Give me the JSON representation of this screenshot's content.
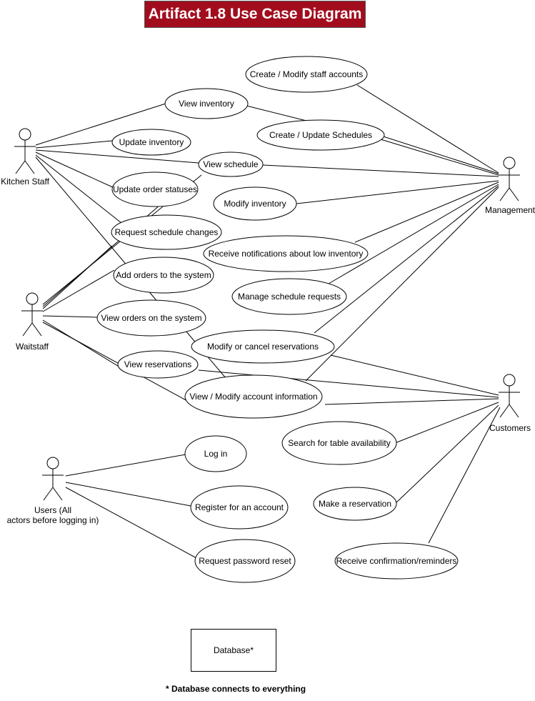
{
  "title": "Artifact 1.8 Use Case Diagram",
  "actors": {
    "kitchen": "Kitchen Staff",
    "waitstaff": "Waitstaff",
    "management": "Management",
    "customers": "Customers",
    "users_line1": "Users (All",
    "users_line2": "actors before logging in)"
  },
  "use_cases": {
    "create_modify_accounts": "Create / Modify staff accounts",
    "view_inventory": "View inventory",
    "create_update_schedules": "Create / Update Schedules",
    "update_inventory": "Update inventory",
    "view_schedule": "View schedule",
    "update_order_statuses": "Update order statuses",
    "modify_inventory": "Modify inventory",
    "request_schedule_changes": "Request schedule changes",
    "receive_low_inventory": "Receive notifications about low inventory",
    "add_orders": "Add orders to the system",
    "manage_schedule_requests": "Manage schedule requests",
    "view_orders": "View orders on the system",
    "modify_cancel_reservations": "Modify or cancel reservations",
    "view_reservations": "View reservations",
    "view_modify_account": "View / Modify account information",
    "search_table": "Search for table availability",
    "make_reservation": "Make a reservation",
    "receive_confirmation": "Receive confirmation/reminders",
    "log_in": "Log in",
    "register": "Register for an account",
    "password_reset": "Request password reset"
  },
  "database": {
    "label": "Database*",
    "note": "* Database connects to everything"
  }
}
